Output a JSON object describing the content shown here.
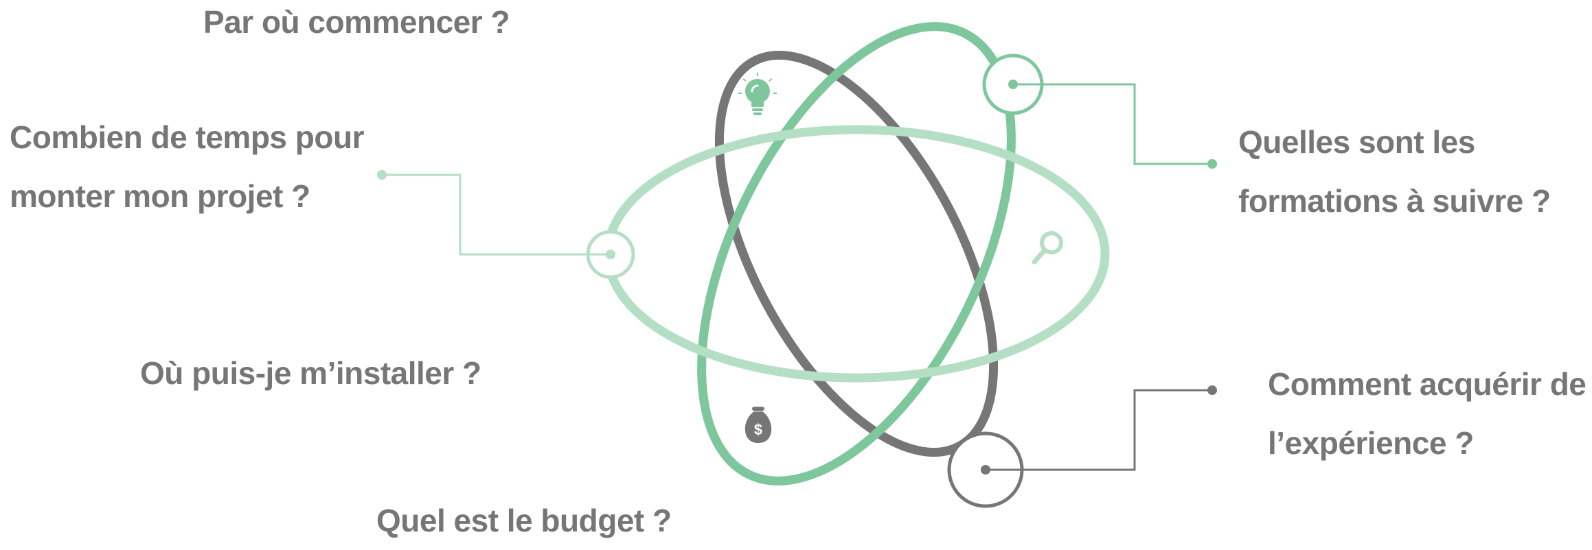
{
  "colors": {
    "gray": "#767676",
    "green": "#7ec79d",
    "light_green": "#b5dfc5",
    "background": "#ffffff"
  },
  "questions": {
    "top_left": "Par où commencer ?",
    "left_line1": "Combien de temps pour",
    "left_line2": "monter mon projet ?",
    "mid_left": "Où puis-je m’installer ?",
    "bottom": "Quel est le budget ?",
    "right_top_line1": "Quelles sont les",
    "right_top_line2": "formations à suivre ?",
    "right_bottom_line1": "Comment acquérir de",
    "right_bottom_line2": "l’expérience ?"
  },
  "icons": [
    "lightbulb-icon",
    "magnifier-icon",
    "money-bag-icon"
  ],
  "money_symbol": "$"
}
